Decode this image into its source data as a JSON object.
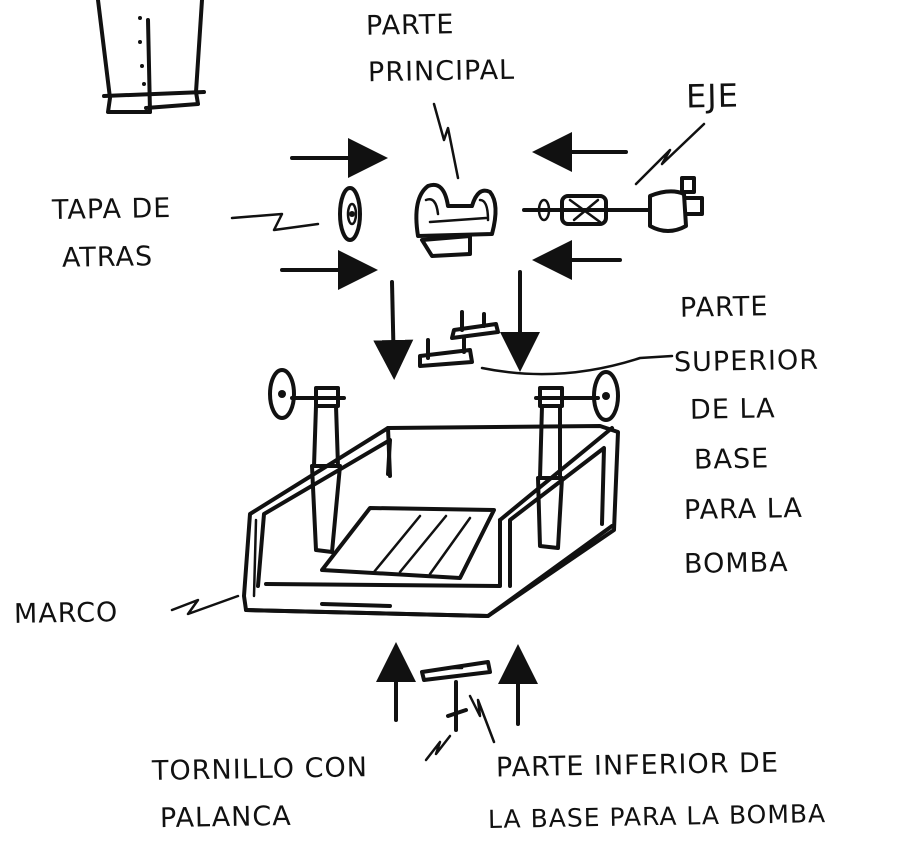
{
  "labels": {
    "parte_principal": [
      "PARTE",
      "PRINCIPAL"
    ],
    "eje": "EJE",
    "tapa_de_atras": [
      "TAPA DE",
      "ATRAS"
    ],
    "parte_superior": [
      "PARTE",
      "SUPERIOR",
      "DE LA",
      "BASE",
      "PARA LA",
      "BOMBA"
    ],
    "marco": "MARCO",
    "tornillo_con_palanca": [
      "TORNILLO CON",
      "PALANCA"
    ],
    "parte_inferior": [
      "PARTE INFERIOR DE",
      "LA BASE PARA LA BOMBA"
    ]
  },
  "colors": {
    "ink": "#111111",
    "paper": "#ffffff"
  }
}
